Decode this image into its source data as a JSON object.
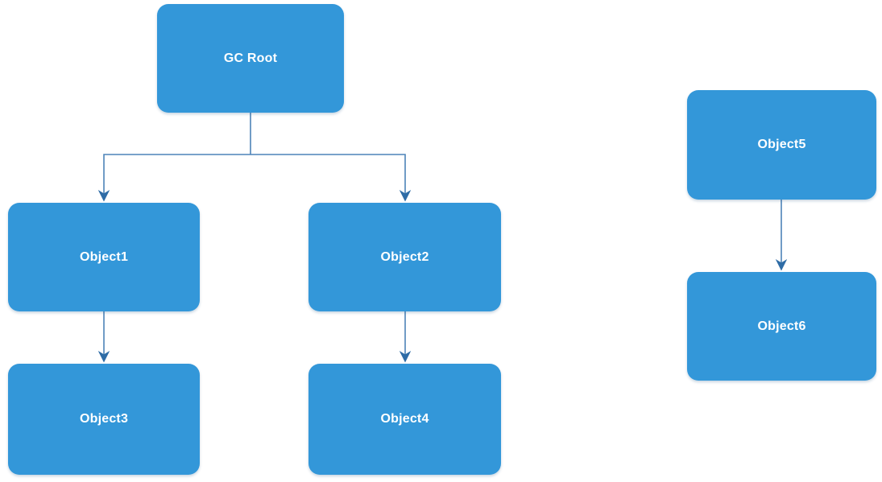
{
  "diagram": {
    "type": "object-reference-tree",
    "nodes": [
      {
        "id": "gc-root",
        "label": "GC Root"
      },
      {
        "id": "object1",
        "label": "Object1"
      },
      {
        "id": "object2",
        "label": "Object2"
      },
      {
        "id": "object3",
        "label": "Object3"
      },
      {
        "id": "object4",
        "label": "Object4"
      },
      {
        "id": "object5",
        "label": "Object5"
      },
      {
        "id": "object6",
        "label": "Object6"
      }
    ],
    "edges": [
      {
        "from": "GC Root",
        "to": "Object1",
        "arrow": "to"
      },
      {
        "from": "GC Root",
        "to": "Object2",
        "arrow": "to"
      },
      {
        "from": "Object1",
        "to": "Object3",
        "arrow": "to"
      },
      {
        "from": "Object2",
        "to": "Object4",
        "arrow": "to"
      },
      {
        "from": "Object5",
        "to": "Object6",
        "arrow": "to"
      }
    ],
    "unreachable_group": [
      "Object5",
      "Object6"
    ]
  },
  "colors": {
    "node_fill": "#3397d9",
    "edge_stroke": "#4d84b8",
    "arrow_fill": "#2e6ca6",
    "label_color": "#ffffff",
    "background": "#ffffff"
  }
}
